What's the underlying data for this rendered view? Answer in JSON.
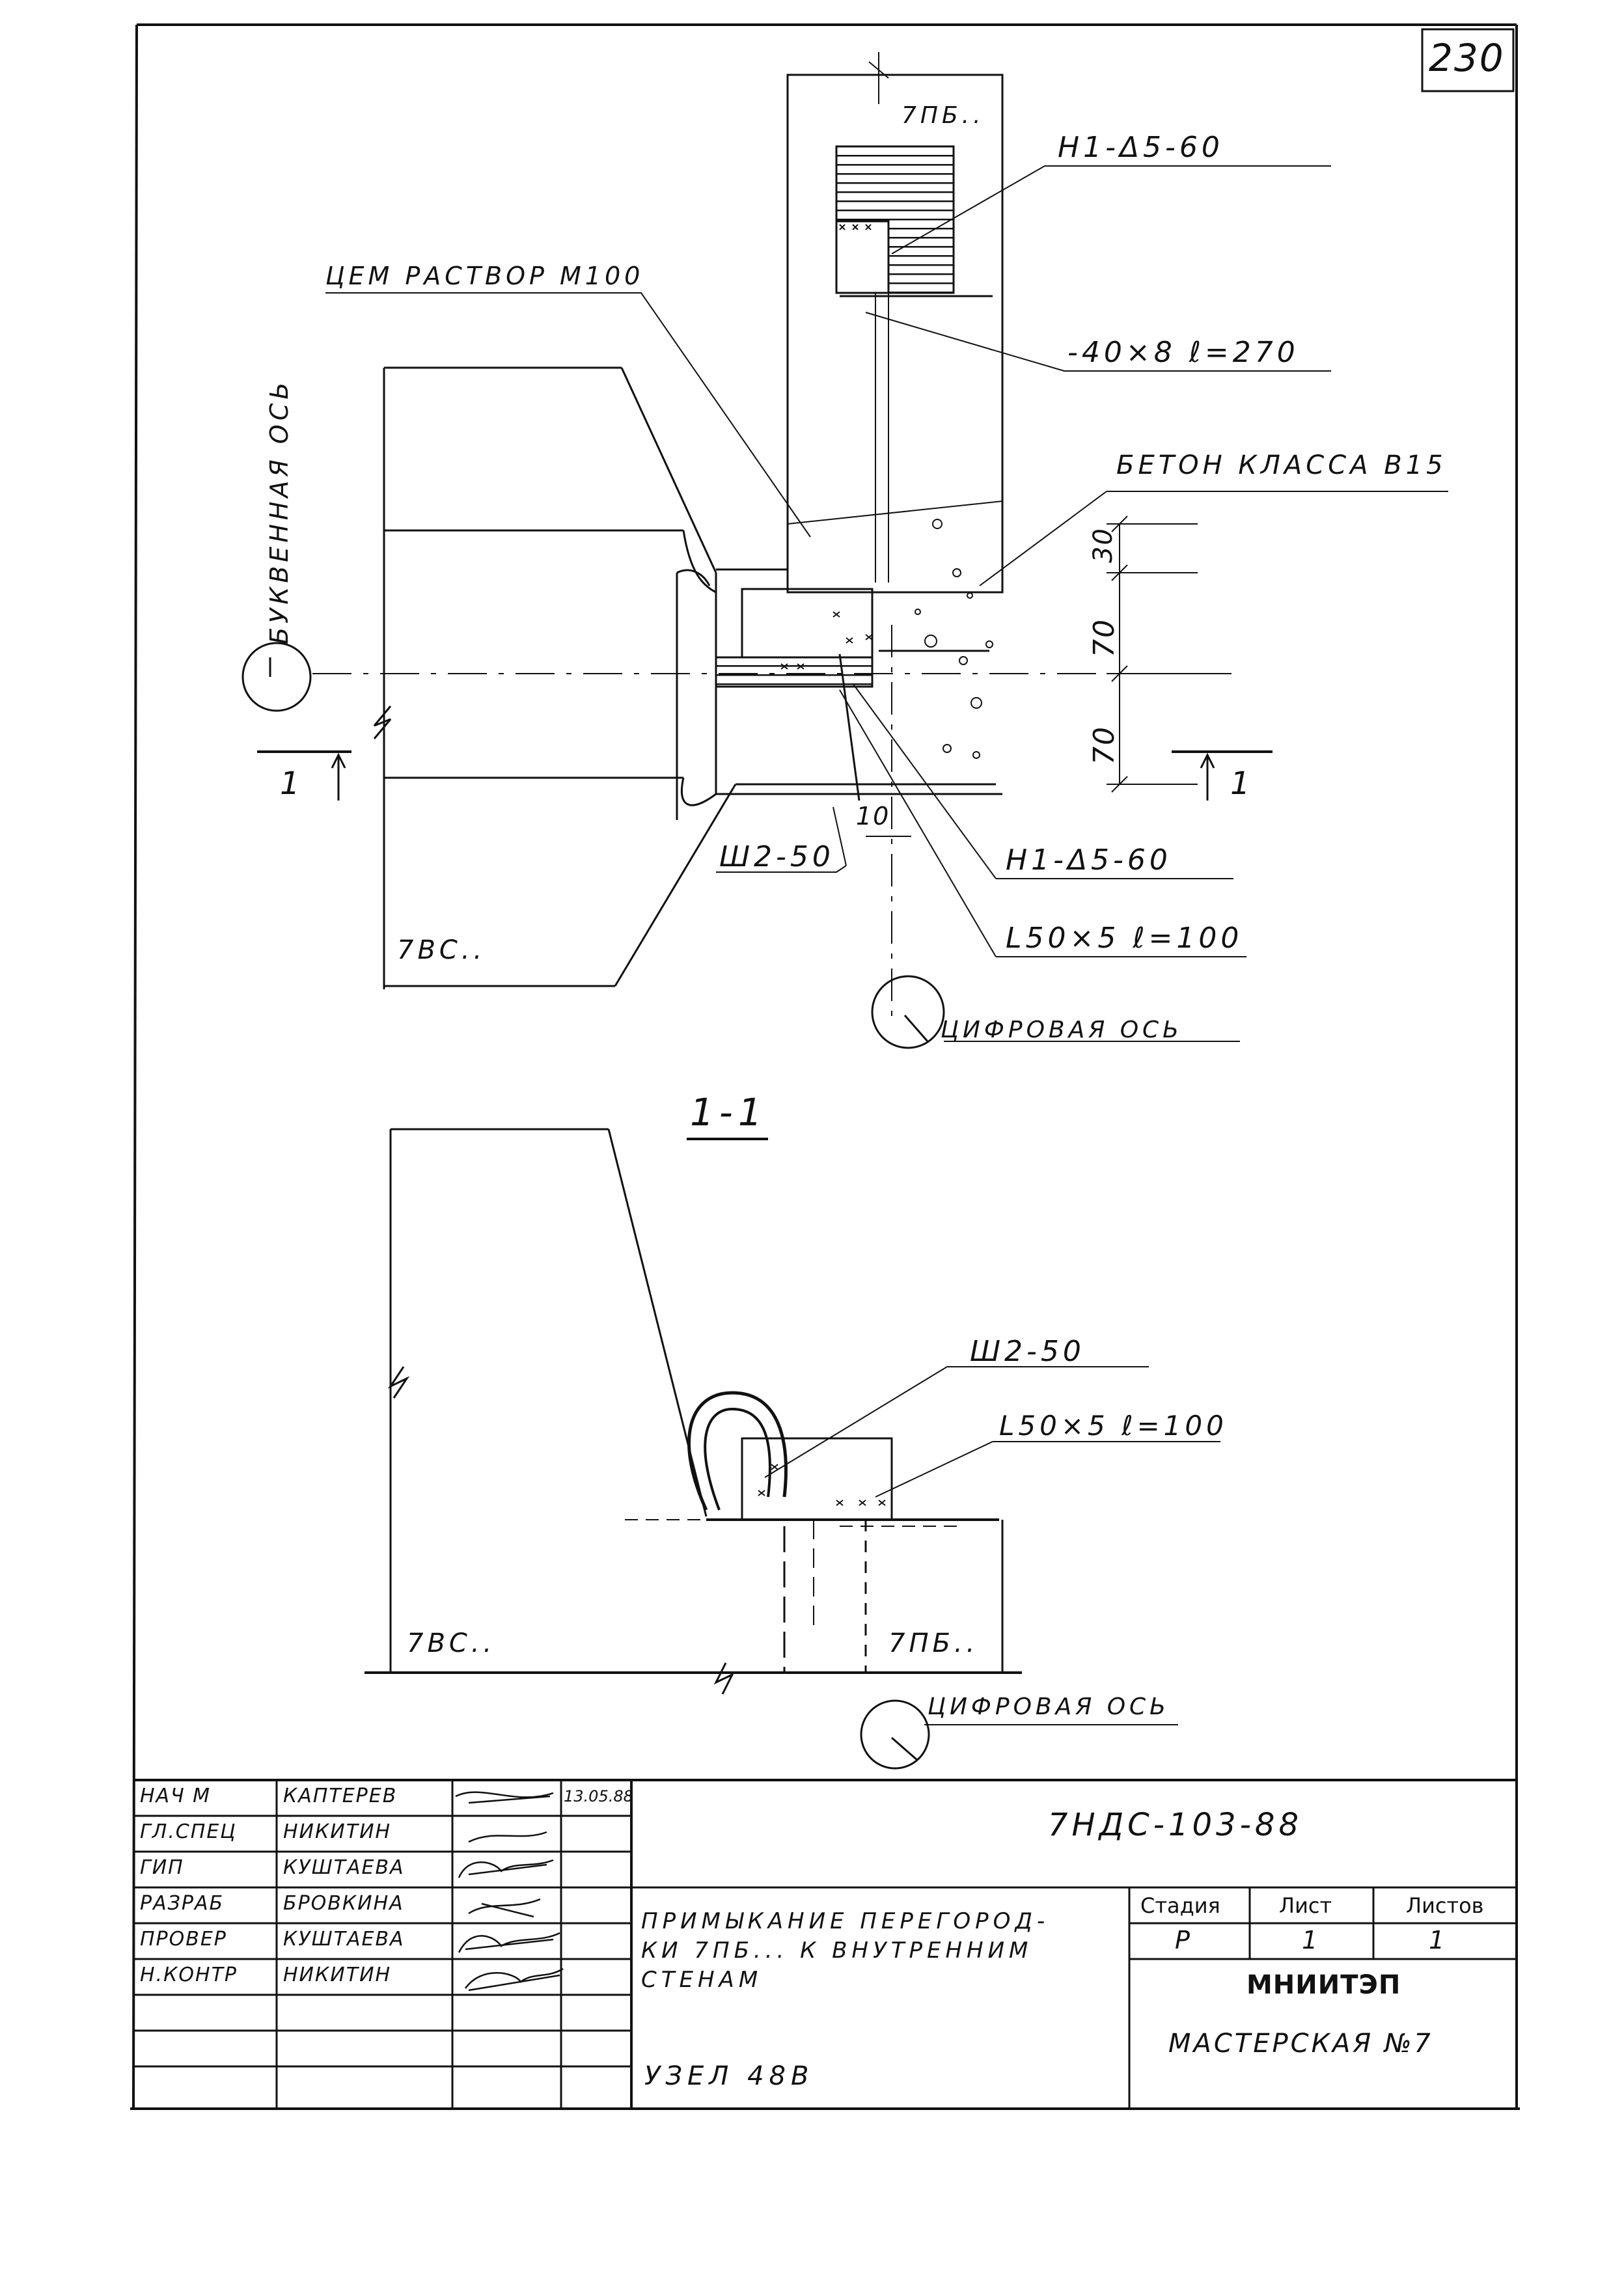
{
  "sheet_number": "230",
  "plan": {
    "panel_top": "7ПБ..",
    "panel_bottom": "7ВС..",
    "note_weld_top": "Н1-Δ5-60",
    "note_mortar": "ЦЕМ РАСТВОР М100",
    "note_plate": "-40×8 ℓ=270",
    "note_concrete": "БЕТОН КЛАССА В15",
    "note_anchor": "Ш2-50",
    "note_weld_bottom": "Н1-Δ5-60",
    "note_angle": "L50×5 ℓ=100",
    "letter_axis": "БУКВЕННАЯ ОСЬ",
    "digit_axis": "ЦИФРОВАЯ ОСЬ",
    "dim_30": "30",
    "dim_70_upper": "70",
    "dim_70_lower": "70",
    "dim_10": "10",
    "section_mark_left": "1",
    "section_mark_right": "1"
  },
  "section": {
    "title": "1-1",
    "note_anchor": "Ш2-50",
    "note_angle": "L50×5 ℓ=100",
    "panel_left": "7ВС..",
    "panel_right": "7ПБ..",
    "digit_axis": "ЦИФРОВАЯ ОСЬ"
  },
  "title_block": {
    "roles": [
      "НАЧ М",
      "ГЛ.СПЕЦ",
      "ГИП",
      "РАЗРАБ",
      "ПРОВЕР",
      "Н.КОНТР"
    ],
    "names": [
      "КАПТЕРЕВ",
      "НИКИТИН",
      "КУШТАЕВА",
      "БРОВКИНА",
      "КУШТАЕВА",
      "НИКИТИН"
    ],
    "date": "13.05.88",
    "document_code": "7НДС-103-88",
    "description_lines": [
      "ПРИМЫКАНИЕ ПЕРЕГОРОД-",
      "КИ 7ПБ... К ВНУТРЕННИМ",
      "СТЕНАМ"
    ],
    "node": "УЗЕЛ 48В",
    "headers": {
      "stage": "Стадия",
      "sheet": "Лист",
      "sheets": "Листов"
    },
    "values": {
      "stage": "Р",
      "sheet": "1",
      "sheets": "1"
    },
    "organization": "МНИИТЭП",
    "workshop": "МАСТЕРСКАЯ №7"
  }
}
